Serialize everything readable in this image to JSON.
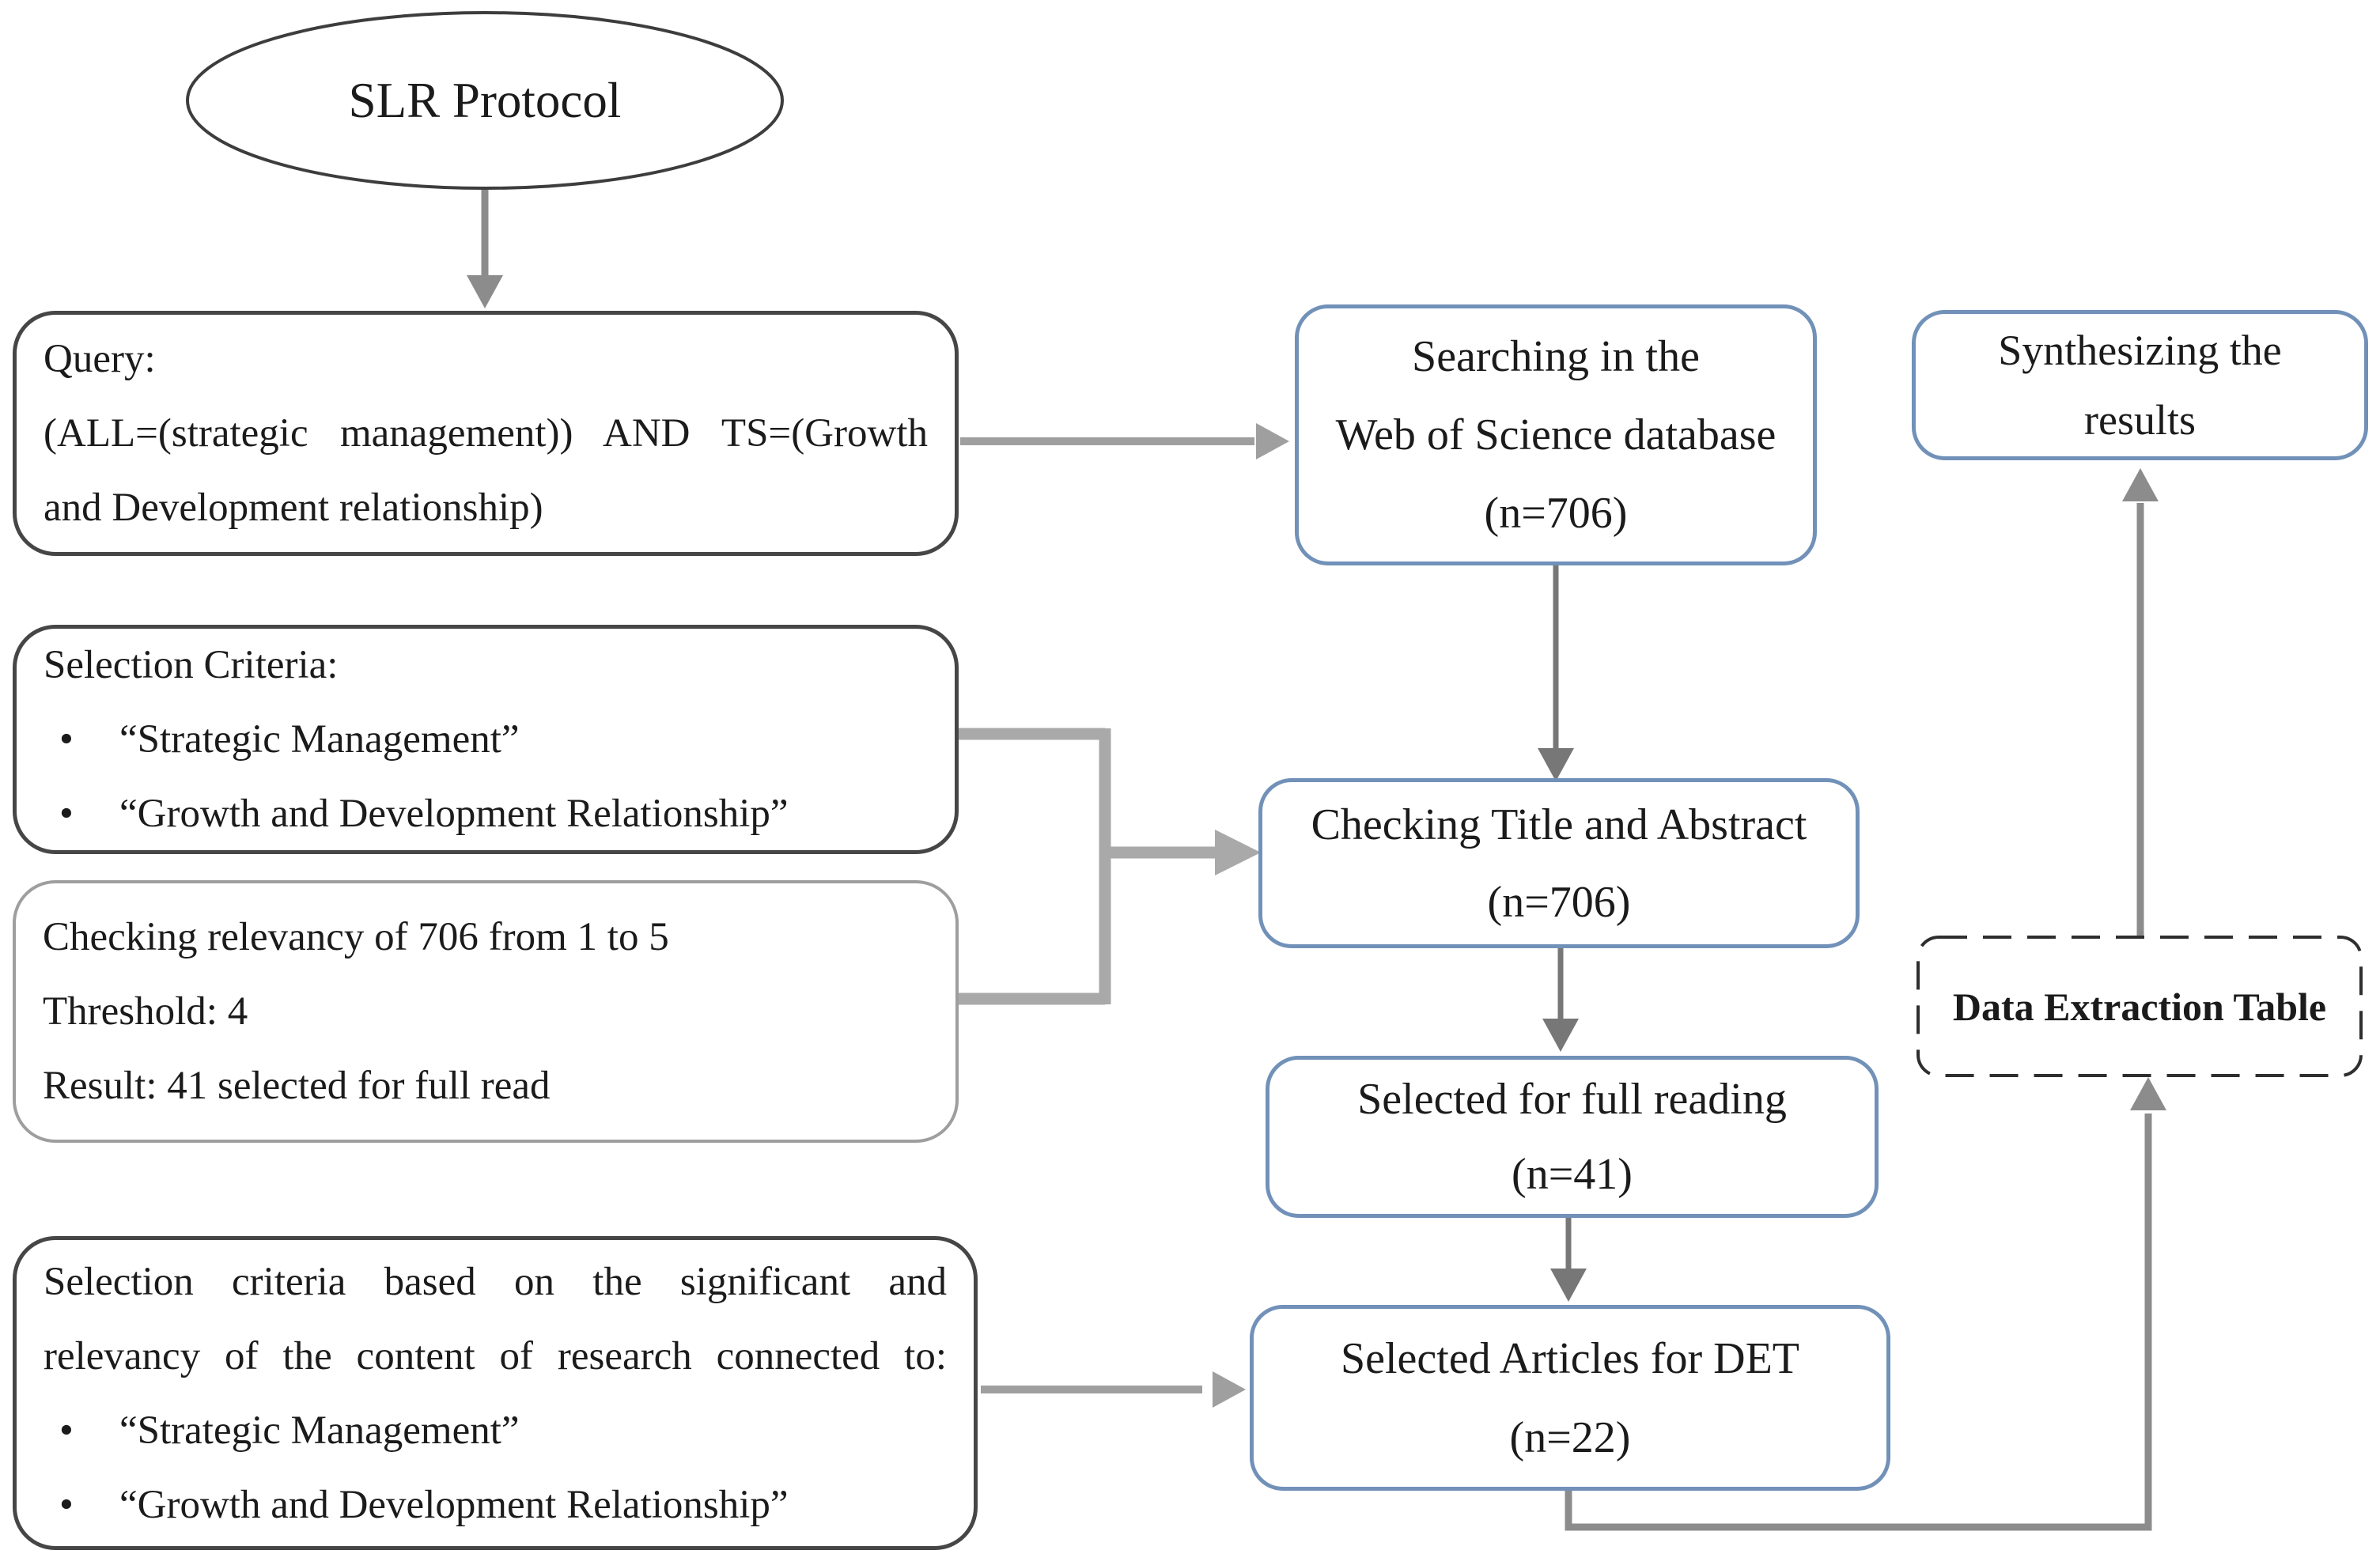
{
  "diagram": {
    "ellipse": {
      "label": "SLR Protocol"
    },
    "nodes": {
      "query": {
        "lines": [
          "Query:",
          "(ALL=(strategic management)) AND TS=(Growth",
          "and Development relationship)"
        ]
      },
      "searching": {
        "lines": [
          "Searching in the",
          "Web of Science database",
          "(n=706)"
        ]
      },
      "synthesizing": {
        "lines": [
          "Synthesizing the",
          "results"
        ]
      },
      "selection_criteria": {
        "title": "Selection Criteria:",
        "bullets": [
          "“Strategic Management”",
          "“Growth and Development Relationship”"
        ]
      },
      "checking_relevancy": {
        "lines": [
          "Checking relevancy of 706 from 1 to 5",
          "Threshold: 4",
          "Result: 41 selected for full read"
        ]
      },
      "checking_title": {
        "lines": [
          "Checking Title and Abstract",
          "(n=706)"
        ]
      },
      "selected_full": {
        "lines": [
          "Selected for full reading",
          "(n=41)"
        ]
      },
      "selected_det": {
        "lines": [
          "Selected Articles for DET",
          "(n=22)"
        ]
      },
      "bottom_criteria": {
        "lines": [
          "Selection criteria based on the significant and",
          "relevancy of the content of research connected to:"
        ],
        "bullets": [
          "“Strategic Management”",
          "“Growth and Development Relationship”"
        ]
      },
      "det_table": {
        "label": "Data Extraction Table"
      }
    },
    "colors": {
      "blue_border": "#7191b8",
      "dark_border": "#464646",
      "light_border": "#9e9e9e",
      "dashed_border": "#2e2e2e",
      "ellipse_stroke": "#3d3d3d",
      "text": "#1b1b1b",
      "arrow_thin": "#777777",
      "arrow_mid": "#9f9f9f",
      "bracket": "#a9a9a9",
      "elbow": "#8c8c8c"
    }
  }
}
